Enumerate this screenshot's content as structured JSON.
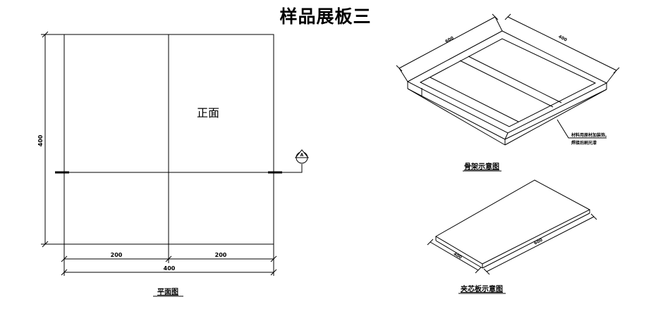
{
  "title": "样品展板三",
  "plan": {
    "front_label": "正面",
    "dim_height": "400",
    "dim_left": "200",
    "dim_right": "200",
    "dim_total": "400",
    "section_marker": "A",
    "caption": "平面图"
  },
  "frame": {
    "dim_a": "600",
    "dim_b": "400",
    "note_line1": "材料用原材加装饰,",
    "note_line2": "焊接后刷光漆",
    "caption": "骨架示意图"
  },
  "panel": {
    "dim_a": "400",
    "dim_b": "600",
    "caption": "夹芯板示意图"
  }
}
